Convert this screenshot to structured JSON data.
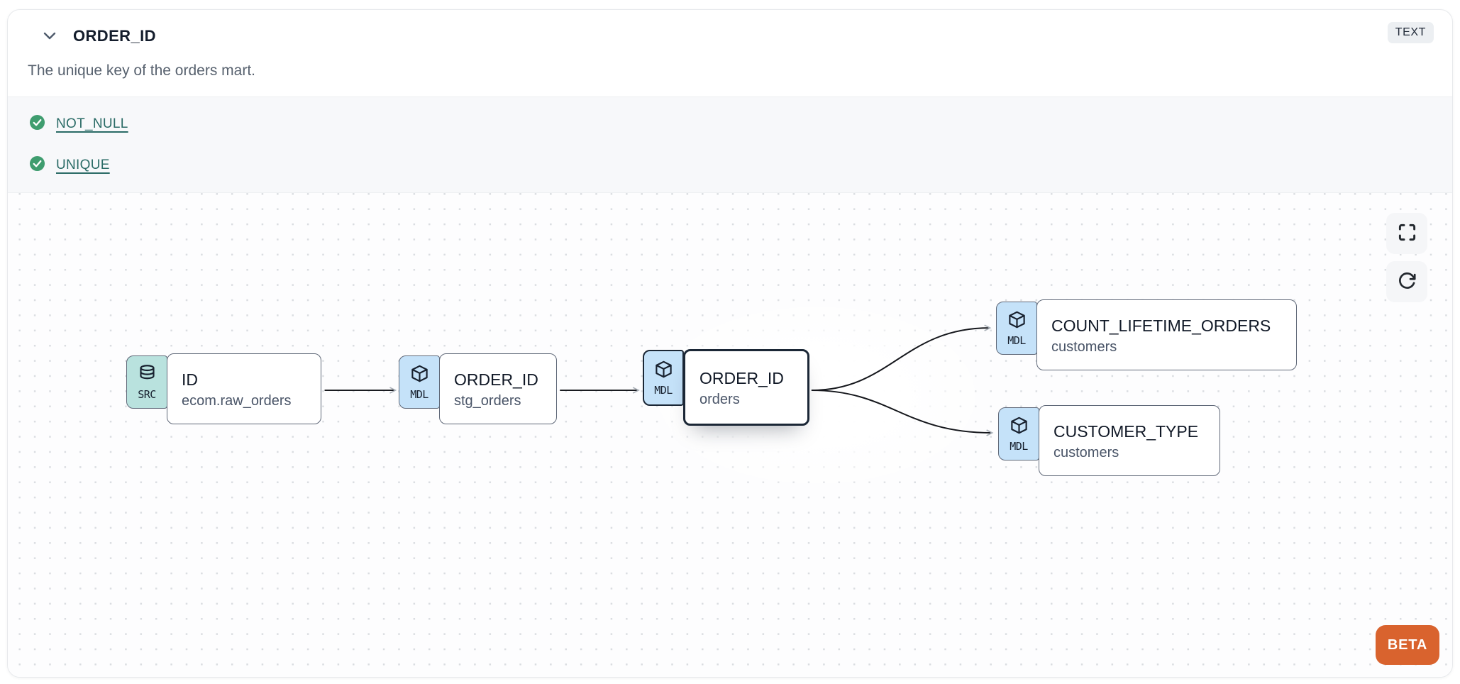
{
  "header": {
    "collapse_icon": "chevron-down-icon",
    "title": "ORDER_ID",
    "type_badge": "TEXT",
    "description": "The unique key of the orders mart."
  },
  "tests": {
    "items": [
      {
        "label": "NOT_NULL",
        "status": "pass",
        "icon": "check-circle-icon"
      },
      {
        "label": "UNIQUE",
        "status": "pass",
        "icon": "check-circle-icon"
      }
    ],
    "pass_color": "#3f9d6f",
    "link_color": "#2a6b66"
  },
  "lineage": {
    "nodes": [
      {
        "kind": "SRC",
        "icon": "database-icon",
        "title": "ID",
        "subtitle": "ecom.raw_orders",
        "selected": false
      },
      {
        "kind": "MDL",
        "icon": "cube-icon",
        "title": "ORDER_ID",
        "subtitle": "stg_orders",
        "selected": false
      },
      {
        "kind": "MDL",
        "icon": "cube-icon",
        "title": "ORDER_ID",
        "subtitle": "orders",
        "selected": true
      },
      {
        "kind": "MDL",
        "icon": "cube-icon",
        "title": "COUNT_LIFETIME_ORDERS",
        "subtitle": "customers",
        "selected": false
      },
      {
        "kind": "MDL",
        "icon": "cube-icon",
        "title": "CUSTOMER_TYPE",
        "subtitle": "customers",
        "selected": false
      }
    ],
    "edges": [
      {
        "from": "ID (ecom.raw_orders)",
        "to": "ORDER_ID (stg_orders)"
      },
      {
        "from": "ORDER_ID (stg_orders)",
        "to": "ORDER_ID (orders)"
      },
      {
        "from": "ORDER_ID (orders)",
        "to": "COUNT_LIFETIME_ORDERS (customers)"
      },
      {
        "from": "ORDER_ID (orders)",
        "to": "CUSTOMER_TYPE (customers)"
      }
    ],
    "chip_colors": {
      "SRC": "#b9e2de",
      "MDL": "#c5e2f9"
    }
  },
  "canvas_controls": {
    "fullscreen_icon": "fullscreen-icon",
    "refresh_icon": "refresh-icon",
    "beta_label": "BETA",
    "beta_color": "#d9632e"
  }
}
